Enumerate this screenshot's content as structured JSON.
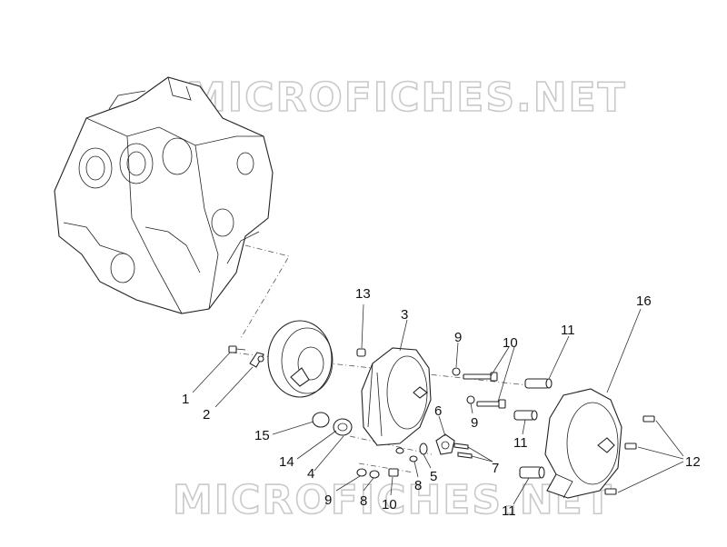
{
  "watermark": {
    "top": "MICROFICHES.NET",
    "bottom": "MICROFICHES.NET"
  },
  "callouts": {
    "c1": "1",
    "c2": "2",
    "c3": "3",
    "c4": "4",
    "c5": "5",
    "c6": "6",
    "c7": "7",
    "c8a": "8",
    "c8b": "8",
    "c9a": "9",
    "c9b": "9",
    "c9c": "9",
    "c10a": "10",
    "c10b": "10",
    "c11a": "11",
    "c11b": "11",
    "c11c": "11",
    "c12": "12",
    "c13": "13",
    "c14": "14",
    "c15": "15",
    "c16": "16"
  }
}
